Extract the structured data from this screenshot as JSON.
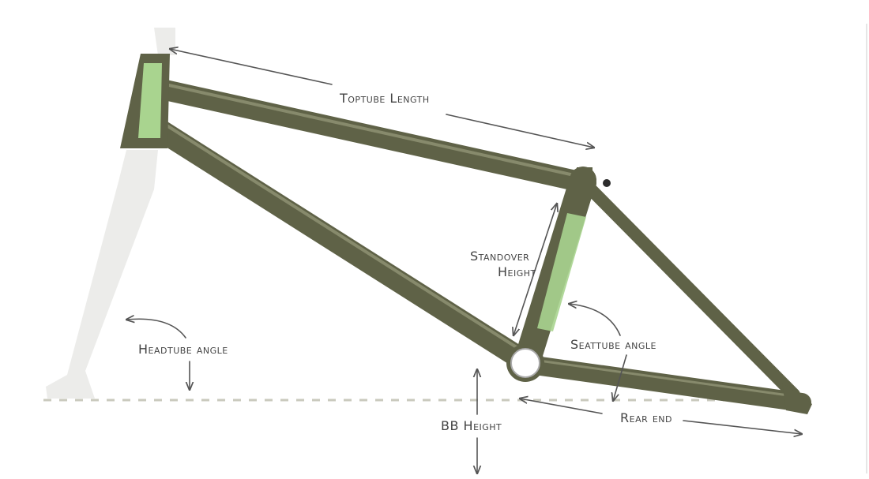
{
  "labels": {
    "toptube_length": "Toptube Length",
    "standover_line1": "Standover",
    "standover_line2": "Height",
    "headtube_angle": "Headtube angle",
    "seattube_angle": "Seattube angle",
    "bb_height": "BB Height",
    "rear_end": "Rear end"
  },
  "colors": {
    "frame": "#5f6247",
    "frame_highlight": "#878a6c",
    "graphic": "#a9d48f",
    "fork_ghost": "#ececea",
    "annotation": "#555555",
    "baseline": "#c9c9bd"
  }
}
